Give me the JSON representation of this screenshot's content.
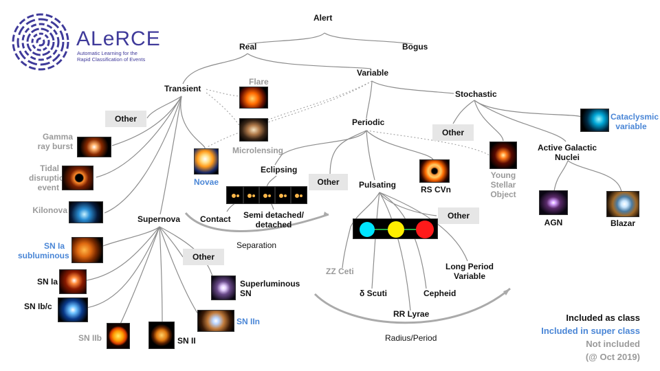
{
  "logo": {
    "title": "ALeRCE",
    "subtitle_line1": "Automatic Learning for the",
    "subtitle_line2": "Rapid Classification of Events"
  },
  "nodes": {
    "alert": "Alert",
    "real": "Real",
    "bogus": "Bogus",
    "transient": "Transient",
    "variable": "Variable",
    "stochastic": "Stochastic",
    "periodic": "Periodic",
    "flare": "Flare",
    "microlensing": "Microlensing",
    "cataclysmic_1": "Cataclysmic",
    "cataclysmic_2": "variable",
    "gamma_1": "Gamma",
    "gamma_2": "ray burst",
    "tidal_1": "Tidal",
    "tidal_2": "disruption",
    "tidal_3": "event",
    "kilonova": "Kilonova",
    "novae": "Novae",
    "eclipsing": "Eclipsing",
    "contact": "Contact",
    "semi_1": "Semi detached/",
    "semi_2": "detached",
    "separation": "Separation",
    "agn_1": "Active Galactic",
    "agn_2": "Nuclei",
    "yso_1": "Young",
    "yso_2": "Stellar",
    "yso_3": "Object",
    "agn": "AGN",
    "blazar": "Blazar",
    "pulsating": "Pulsating",
    "rscvn": "RS CVn",
    "supernova": "Supernova",
    "sn_ia_sub_1": "SN Ia",
    "sn_ia_sub_2": "subluminous",
    "sn_ia": "SN Ia",
    "sn_ibc": "SN Ib/c",
    "sn_iib": "SN IIb",
    "sn_ii": "SN II",
    "sn_iin": "SN IIn",
    "superluminous_1": "Superluminous",
    "superluminous_2": "SN",
    "zz_ceti": "ZZ Ceti",
    "delta_scuti": "δ Scuti",
    "rr_lyrae": "RR Lyrae",
    "cepheid": "Cepheid",
    "lpv_1": "Long Period",
    "lpv_2": "Variable",
    "radius_period": "Radius/Period"
  },
  "other_boxes": {
    "transient": "Other",
    "stochastic": "Other",
    "periodic": "Other",
    "pulsating": "Other",
    "supernova": "Other"
  },
  "legend": {
    "class": "Included as class",
    "super": "Included in super class",
    "not": "Not included",
    "date": "(@ Oct 2019)"
  },
  "colors": {
    "included": "#111111",
    "super_class": "#4a86d6",
    "not_included": "#9a9a9a",
    "logo": "#3f3a9a",
    "dot_cyan": "#00e5ff",
    "dot_yellow": "#ffee00",
    "dot_red": "#ff1a1a"
  }
}
